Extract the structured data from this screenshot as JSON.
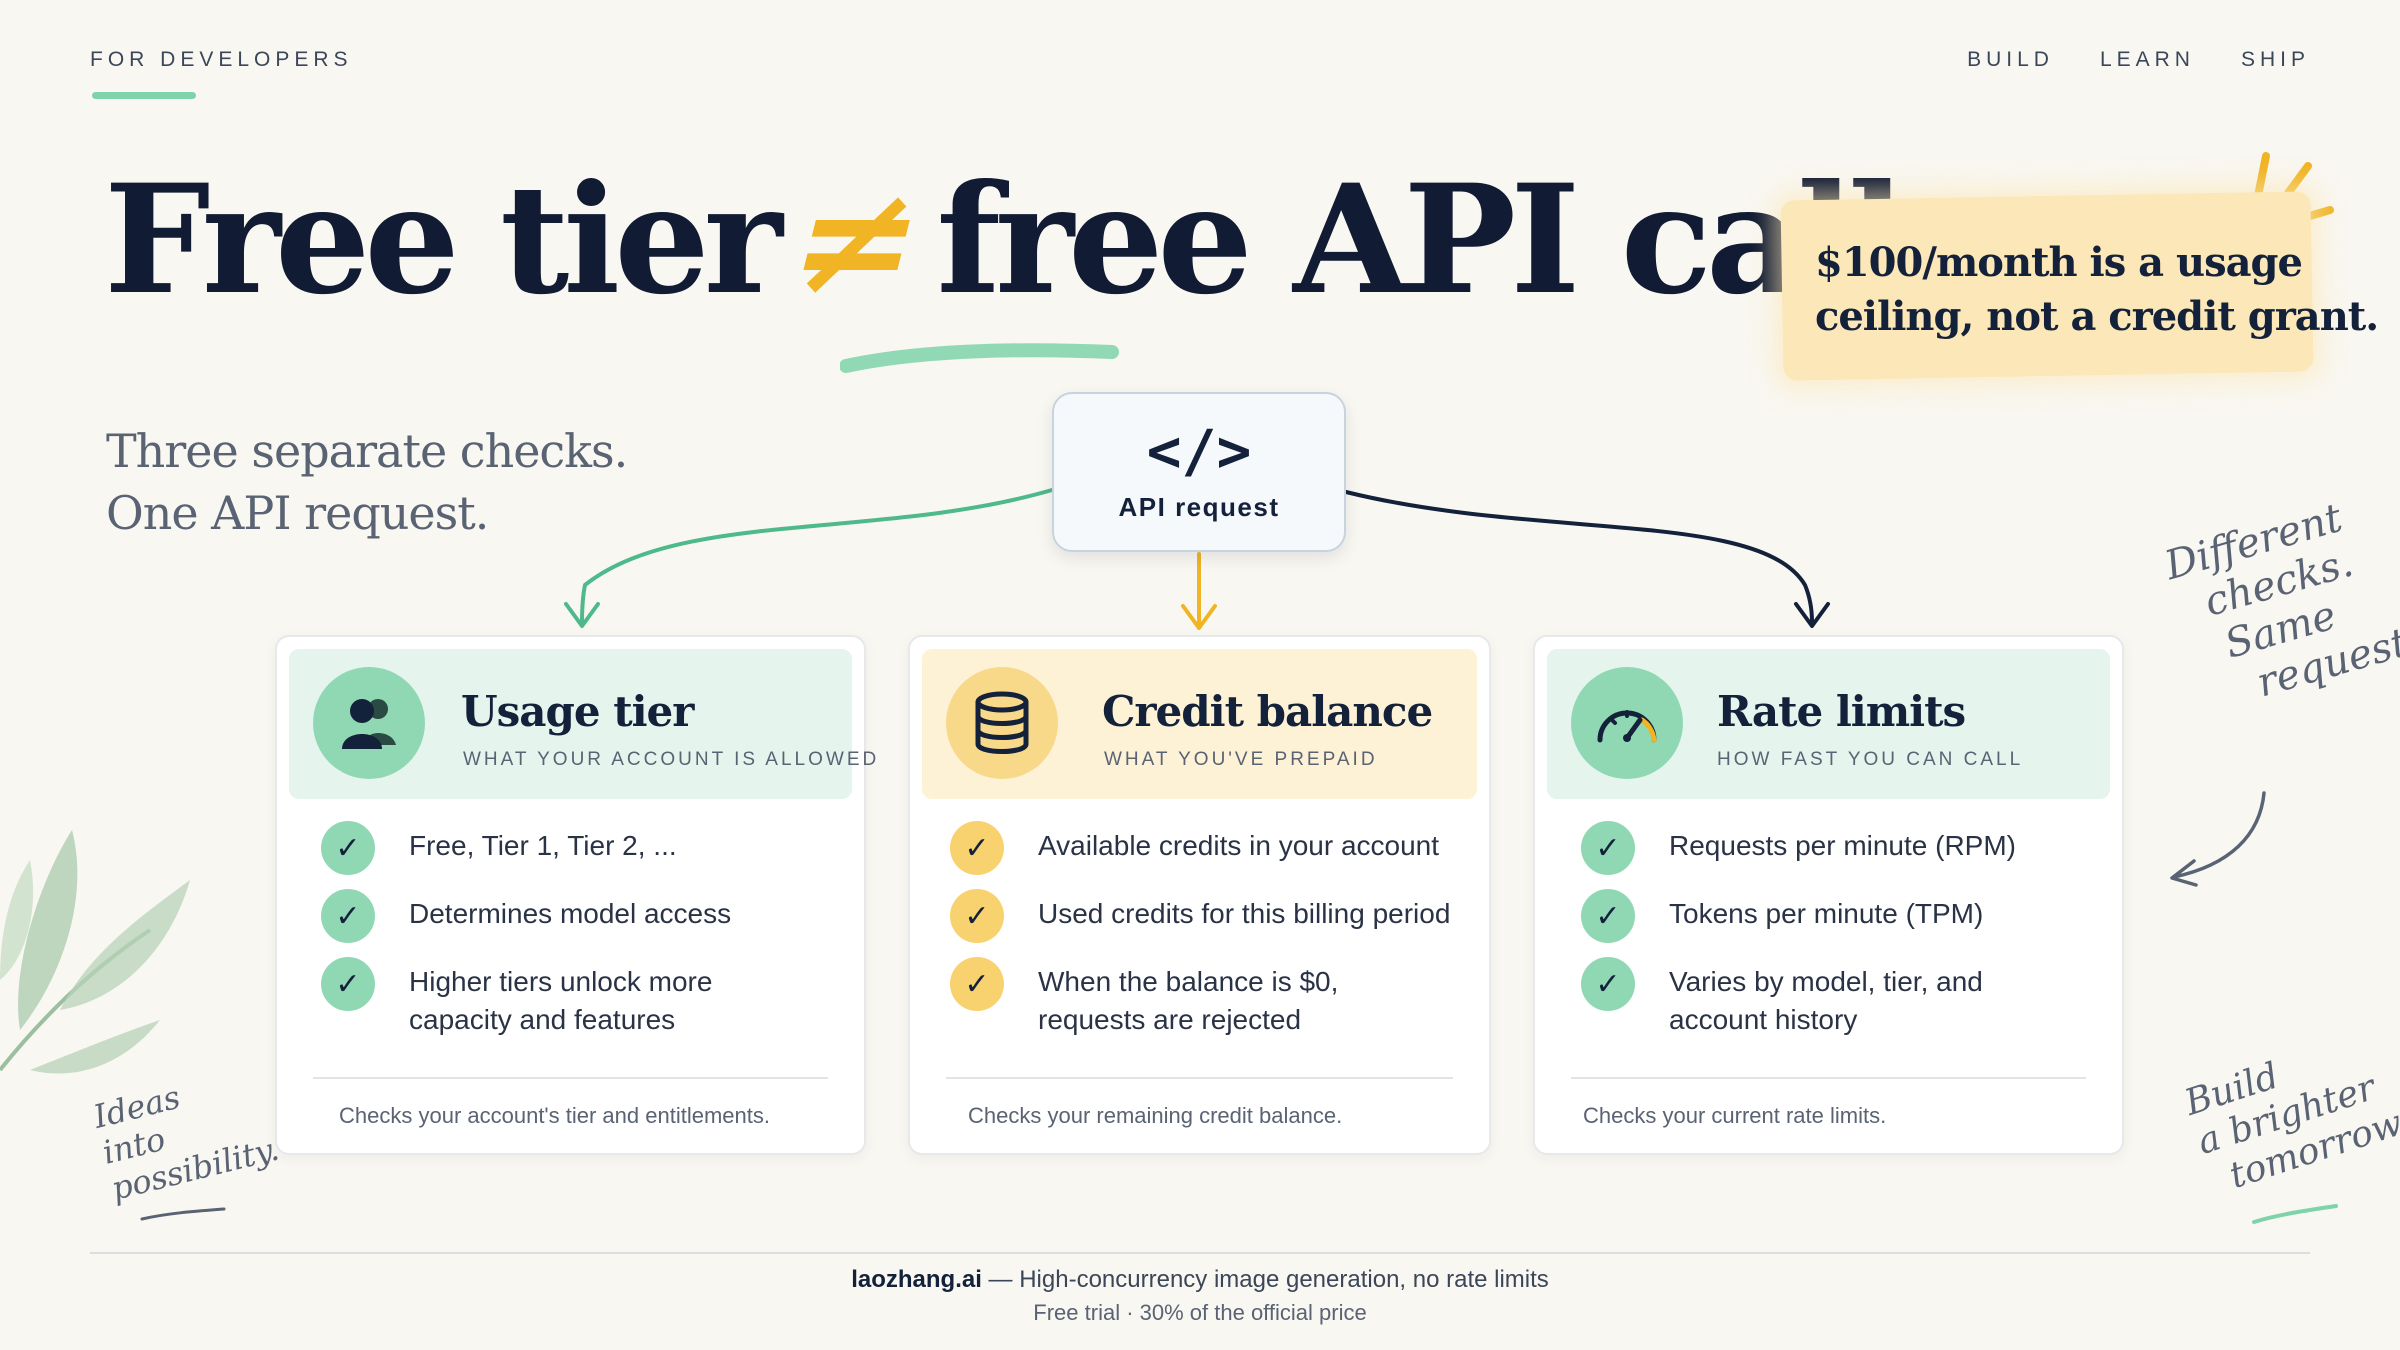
{
  "header": {
    "eyebrow": "FOR DEVELOPERS",
    "nav": [
      "BUILD",
      "LEARN",
      "SHIP"
    ]
  },
  "hero": {
    "left": "Free tier",
    "symbol": "≠",
    "right": "free API calls"
  },
  "note": {
    "line1": "$100/month is a usage",
    "line2": "ceiling, not a credit grant."
  },
  "subtitle": {
    "line1": "Three separate checks.",
    "line2": "One API request."
  },
  "api": {
    "icon_text": "</>",
    "label": "API request"
  },
  "cards": [
    {
      "title": "Usage tier",
      "subtitle": "WHAT YOUR ACCOUNT IS ALLOWED",
      "icon": "users-icon",
      "items": [
        "Free, Tier 1, Tier 2, ...",
        "Determines model access",
        "Higher tiers unlock more capacity and features"
      ],
      "footer": "Checks your account's tier and entitlements."
    },
    {
      "title": "Credit balance",
      "subtitle": "WHAT YOU'VE PREPAID",
      "icon": "database-icon",
      "items": [
        "Available credits in your account",
        "Used credits for this billing period",
        "When the balance is $0, requests are rejected"
      ],
      "footer": "Checks your remaining credit balance."
    },
    {
      "title": "Rate limits",
      "subtitle": "HOW FAST YOU CAN CALL",
      "icon": "gauge-icon",
      "items": [
        "Requests per minute (RPM)",
        "Tokens per minute (TPM)",
        "Varies by model, tier, and account history"
      ],
      "footer": "Checks your current rate limits."
    }
  ],
  "annotations": {
    "right_l1": "Different",
    "right_l2": "checks.",
    "right_l3": "Same",
    "right_l4": "request.",
    "left_l1": "Ideas",
    "left_l2": "into",
    "left_l3": "possibility.",
    "br_l1": "Build",
    "br_l2": "a brighter",
    "br_l3": "tomorrow."
  },
  "footer": {
    "brand": "laozhang.ai",
    "tagline": " — High-concurrency image generation, no rate limits",
    "line2": "Free trial · 30% of the official price"
  },
  "colors": {
    "navy": "#14213a",
    "green_accent": "#7fd3aa",
    "green_tint": "#e5f5ed",
    "amber_accent": "#f0b424",
    "amber_tint": "#fdf1d6",
    "background": "#f9f7f1"
  }
}
